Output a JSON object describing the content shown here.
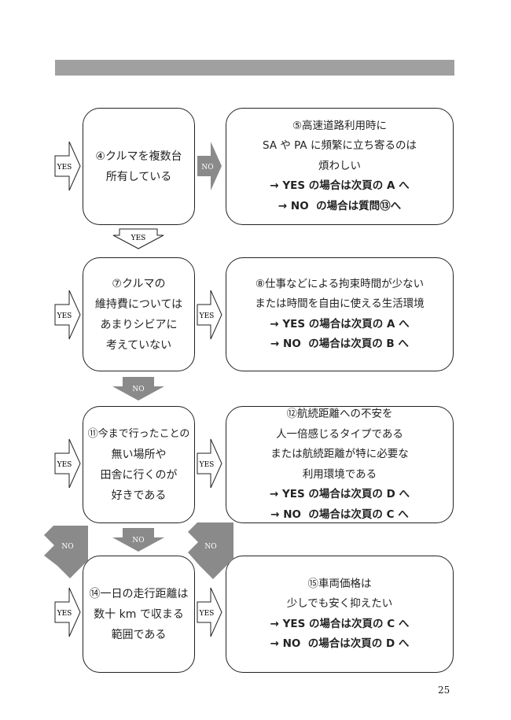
{
  "page_number": "25",
  "labels": {
    "yes": "YES",
    "no": "NO"
  },
  "colors": {
    "arrow_fill": "#8a8a8a",
    "header_bar": "#a0a0a0"
  },
  "questions": [
    {
      "id": "q4",
      "lines": [
        "④クルマを複数台",
        "所有している"
      ]
    },
    {
      "id": "q7",
      "lines": [
        "⑦クルマの",
        "維持費については",
        "あまりシビアに",
        "考えていない"
      ]
    },
    {
      "id": "q11",
      "lines": [
        "⑪今まで行ったことの",
        "無い場所や",
        "田舎に行くのが",
        "好きである"
      ]
    },
    {
      "id": "q14",
      "lines": [
        "⑭一日の走行距離は",
        "数十 km で収まる",
        "範囲である"
      ]
    }
  ],
  "results": [
    {
      "id": "r5",
      "lines": [
        "⑤高速道路利用時に",
        "SA や PA に頻繁に立ち寄るのは",
        "煩わしい"
      ],
      "yes_line": "→ YES の場合は次頁の A へ",
      "no_line": "→ NO  の場合は質問⑬へ"
    },
    {
      "id": "r8",
      "lines": [
        "⑧仕事などによる拘束時間が少ない",
        "または時間を自由に使える生活環境"
      ],
      "yes_line": "→ YES の場合は次頁の A へ",
      "no_line": "→ NO  の場合は次頁の B へ"
    },
    {
      "id": "r12",
      "lines": [
        "⑫航続距離への不安を",
        "人一倍感じるタイプである",
        "または航続距離が特に必要な",
        "利用環境である"
      ],
      "yes_line": "→ YES の場合は次頁の D へ",
      "no_line": "→ NO  の場合は次頁の C へ"
    },
    {
      "id": "r15",
      "lines": [
        "⑮車両価格は",
        "少しでも安く抑えたい"
      ],
      "yes_line": "→ YES の場合は次頁の C へ",
      "no_line": "→ NO  の場合は次頁の D へ"
    }
  ]
}
